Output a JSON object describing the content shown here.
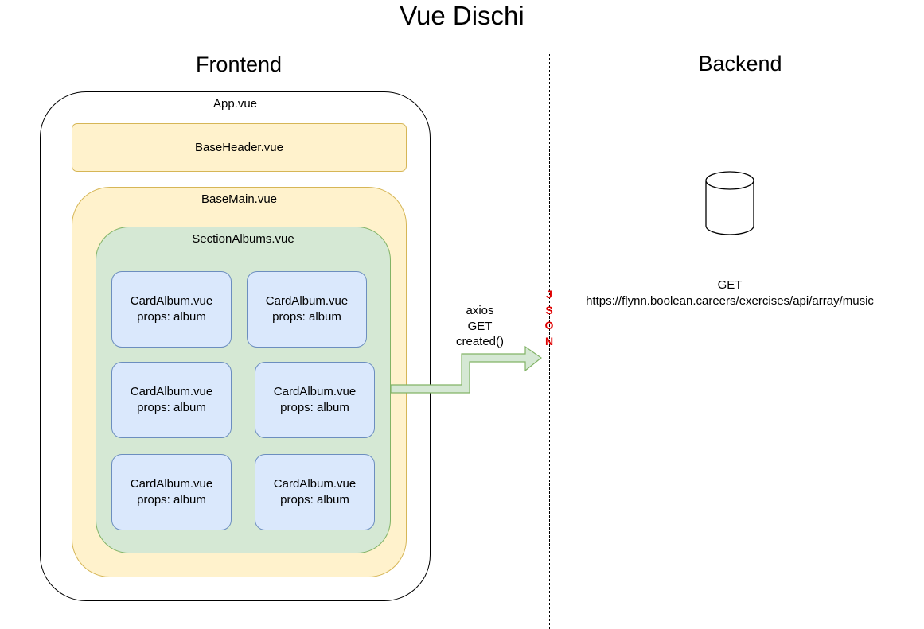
{
  "title": "Vue Dischi",
  "frontend": {
    "heading": "Frontend",
    "app": {
      "label": "App.vue",
      "header": {
        "label": "BaseHeader.vue"
      },
      "main": {
        "label": "BaseMain.vue",
        "section": {
          "label": "SectionAlbums.vue",
          "cards": [
            {
              "name": "CardAlbum.vue",
              "props": "props: album"
            },
            {
              "name": "CardAlbum.vue",
              "props": "props: album"
            },
            {
              "name": "CardAlbum.vue",
              "props": "props: album"
            },
            {
              "name": "CardAlbum.vue",
              "props": "props: album"
            },
            {
              "name": "CardAlbum.vue",
              "props": "props: album"
            },
            {
              "name": "CardAlbum.vue",
              "props": "props: album"
            }
          ]
        }
      }
    }
  },
  "request": {
    "lines": [
      "axios",
      "GET",
      "created()"
    ],
    "format_letters": [
      "J",
      "S",
      "O",
      "N"
    ]
  },
  "backend": {
    "heading": "Backend",
    "database_icon": "database-cylinder-icon",
    "method": "GET",
    "endpoint": "https://flynn.boolean.careers/exercises/api/array/music"
  },
  "colors": {
    "header_fill": "#fff2cc",
    "header_stroke": "#d6b656",
    "section_fill": "#d5e8d4",
    "section_stroke": "#82b366",
    "card_fill": "#dae8fc",
    "card_stroke": "#6c8ebf",
    "json_text": "#e00000"
  }
}
